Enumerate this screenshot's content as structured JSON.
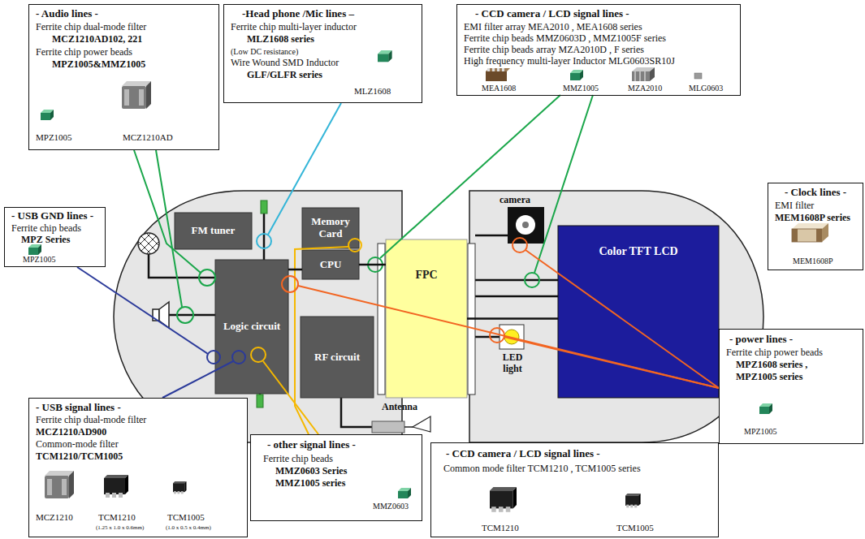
{
  "diagram": {
    "nodes": [
      {
        "text": [
          "- Audio lines -",
          "Ferrite chip dual-mode filter",
          "MCZ1210AD102, 221",
          "Ferrite chip power beads",
          "MPZ1005&MMZ1005",
          "MPZ1005",
          "MCZ1210AD"
        ]
      },
      {
        "text": [
          "-Head phone /Mic lines –",
          "Ferrite chip multi-layer inductor",
          "MLZ1608 series",
          "(Low DC resistance)",
          "Wire Wound SMD Inductor",
          "GLF/GLFR series",
          "MLZ1608"
        ]
      },
      {
        "text": [
          "- CCD camera / LCD signal lines -",
          "EMI filter array MEA2010 , MEA1608 series",
          "Ferrite chip beads MMZ0603D , MMZ1005F series",
          "Ferrite chip beads array MZA2010D , F series",
          "High frequency multi-layer Inductor MLG0603SR10J",
          "MEA1608",
          "MMZ1005",
          "MZA2010",
          "MLG0603"
        ]
      },
      {
        "text": [
          "- USB GND lines -",
          "Ferrite chip beads",
          "MPZ Series",
          "MPZ1005"
        ]
      },
      {
        "text": [
          "- Clock lines -",
          "EMI filter",
          "MEM1608P series",
          "MEM1608P"
        ]
      },
      {
        "text": [
          "FM tuner"
        ]
      },
      {
        "text": [
          "Memory Card"
        ]
      },
      {
        "text": [
          "CPU"
        ]
      },
      {
        "text": [
          "Logic circuit"
        ]
      },
      {
        "text": [
          "RF circuit"
        ]
      },
      {
        "text": [
          "FPC"
        ]
      },
      {
        "text": [
          "Color TFT LCD"
        ]
      },
      {
        "text": [
          "- power lines -",
          "Ferrite chip power beads",
          "MPZ1608 series ,",
          "MPZ1005 series",
          "MPZ1005"
        ]
      },
      {
        "text": [
          "- USB signal lines -",
          "Ferrite chip dual-mode filter",
          "MCZ1210AD900",
          "Common-mode filter",
          "TCM1210/TCM1005",
          "MCZ1210",
          "TCM1210",
          "TCM1005",
          "(1.25 x 1.0 x 0.6mm)",
          "(1.0 x 0.5 x 0.4mm)"
        ]
      },
      {
        "text": [
          "- other signal lines -",
          "Ferrite chip beads",
          "MMZ0603 Series",
          "MMZ1005 series",
          "MMZ0603"
        ]
      },
      {
        "text": [
          "- CCD camera / LCD signal lines -",
          "Common mode filter TCM1210 , TCM1005 series",
          "TCM1210",
          "TCM1005"
        ]
      }
    ],
    "edges": [
      {
        "from": 8,
        "to": 7,
        "arrow": "none"
      },
      {
        "from": 7,
        "to": 10,
        "arrow": "none"
      },
      {
        "from": 10,
        "to": 11,
        "arrow": "none"
      }
    ],
    "labels": [
      "camera",
      "LED light",
      "Antenna"
    ]
  }
}
